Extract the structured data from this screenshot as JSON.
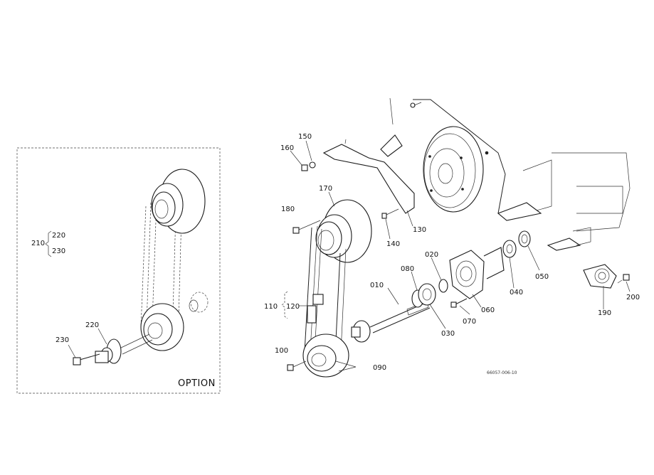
{
  "option_box": {
    "label": "OPTION"
  },
  "option_labels": {
    "group": "210",
    "sub_a": "220",
    "sub_b": "230",
    "part_220": "220",
    "part_230": "230"
  },
  "main_labels": {
    "p150": "150",
    "p160": "160",
    "p170": "170",
    "p180": "180",
    "p130": "130",
    "p140": "140",
    "p010": "010",
    "p020": "020",
    "p080": "080",
    "p030": "030",
    "p070": "070",
    "p060": "060",
    "p040": "040",
    "p050": "050",
    "p110": "110",
    "p120": "120",
    "p100": "100",
    "p090": "090",
    "p190": "190",
    "p200": "200"
  },
  "drawing_code": "66057-006-10"
}
